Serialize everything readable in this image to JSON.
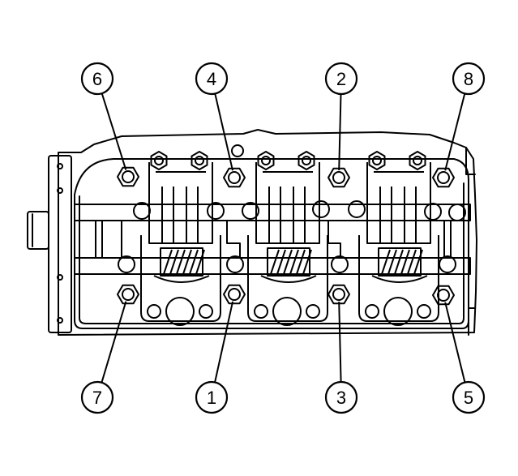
{
  "diagram": {
    "callouts": [
      {
        "label": "6"
      },
      {
        "label": "4"
      },
      {
        "label": "2"
      },
      {
        "label": "8"
      },
      {
        "label": "7"
      },
      {
        "label": "1"
      },
      {
        "label": "3"
      },
      {
        "label": "5"
      }
    ],
    "colors": {
      "line": "#000000",
      "background": "#ffffff"
    }
  }
}
